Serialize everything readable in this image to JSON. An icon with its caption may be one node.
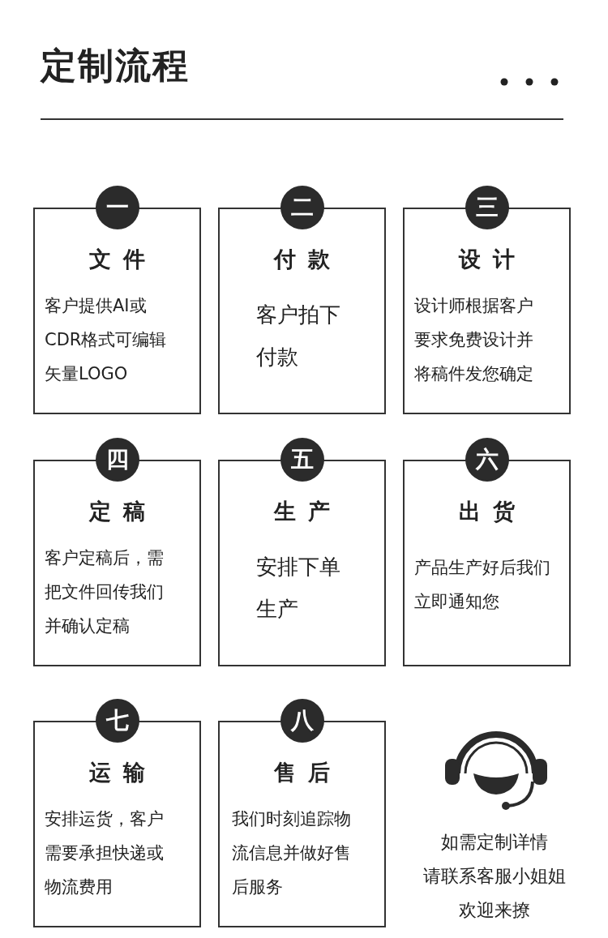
{
  "diagram": {
    "title": "定制流程",
    "nodes": [
      {
        "text": [
          "一",
          "文件",
          "客户提供AI或CDR格式可编辑矢量LOGO"
        ]
      },
      {
        "text": [
          "二",
          "付款",
          "客户拍下付款"
        ]
      },
      {
        "text": [
          "三",
          "设计",
          "设计师根据客户要求免费设计并将稿件发您确定"
        ]
      },
      {
        "text": [
          "四",
          "定稿",
          "客户定稿后，需把文件回传我们并确认定稿"
        ]
      },
      {
        "text": [
          "五",
          "生产",
          "安排下单生产"
        ]
      },
      {
        "text": [
          "六",
          "出货",
          "产品生产好后我们立即通知您"
        ]
      },
      {
        "text": [
          "七",
          "运输",
          "安排运货，客户需要承担快递或物流费用"
        ]
      },
      {
        "text": [
          "八",
          "售后",
          "我们时刻追踪物流信息并做好售后服务"
        ]
      }
    ],
    "edges": [],
    "labels": [
      "如需定制详情",
      "请联系客服小姐姐",
      "欢迎来撩"
    ]
  }
}
